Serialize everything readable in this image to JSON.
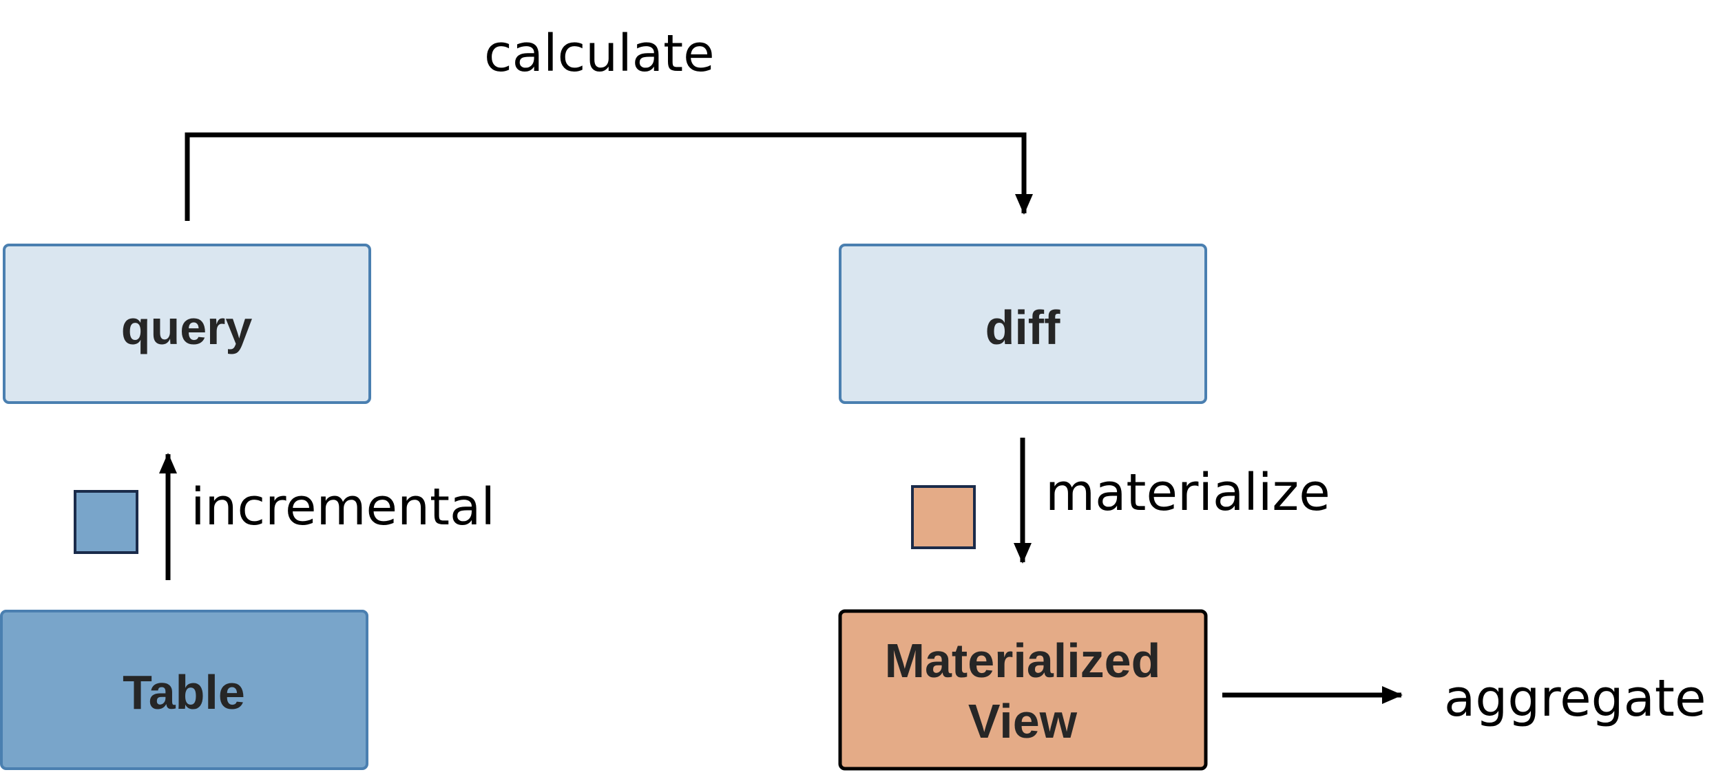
{
  "nodes": {
    "query": {
      "label": "query"
    },
    "diff": {
      "label": "diff"
    },
    "table": {
      "label": "Table"
    },
    "materialized_view": {
      "label_line1": "Materialized",
      "label_line2": "View"
    }
  },
  "edges": {
    "calculate": {
      "label": "calculate"
    },
    "incremental": {
      "label": "incremental"
    },
    "materialize": {
      "label": "materialize"
    },
    "aggregate": {
      "label": "aggregate"
    }
  },
  "colors": {
    "light_box_fill": "#dae6f0",
    "light_box_border": "#4a7fb0",
    "table_fill": "#79a5ca",
    "table_border": "#4a7fb0",
    "view_fill": "#e4ab87",
    "view_border": "#000000",
    "blue_square_fill": "#79a5ca",
    "orange_square_fill": "#e4ab87",
    "square_border": "#1a2b4a",
    "arrow": "#000000"
  }
}
